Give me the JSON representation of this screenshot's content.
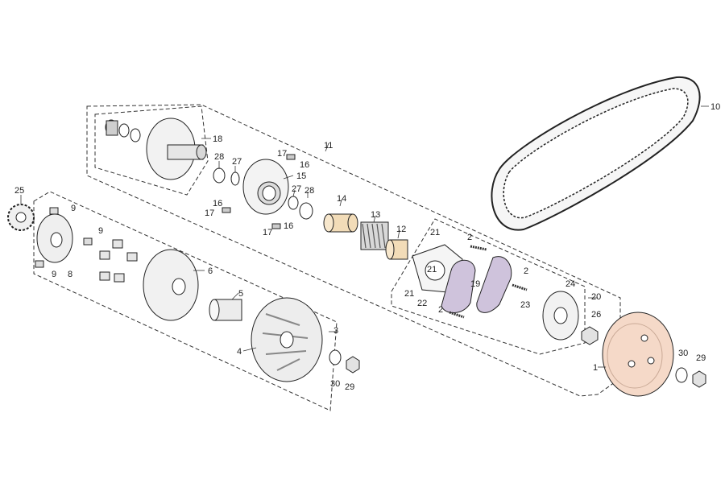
{
  "callouts": {
    "c1": "1",
    "c2a": "2",
    "c2b": "2",
    "c2c": "2",
    "c3": "3",
    "c4": "4",
    "c5": "5",
    "c6": "6",
    "c8": "8",
    "c9a": "9",
    "c9b": "9",
    "c9c": "9",
    "c10": "10",
    "c11": "11",
    "c12": "12",
    "c13": "13",
    "c14": "14",
    "c15": "15",
    "c16a": "16",
    "c16b": "16",
    "c16c": "16",
    "c17a": "17",
    "c17b": "17",
    "c17c": "17",
    "c18": "18",
    "c19": "19",
    "c20": "20",
    "c21a": "21",
    "c21b": "21",
    "c21c": "21",
    "c22": "22",
    "c23": "23",
    "c24": "24",
    "c25": "25",
    "c26": "26",
    "c27a": "27",
    "c27b": "27",
    "c28a": "28",
    "c28b": "28",
    "c29a": "29",
    "c29b": "29",
    "c30a": "30",
    "c30b": "30"
  },
  "colors": {
    "shoe": "#cfc3dc",
    "bell": "#f5d9c8",
    "bronze": "#f2dcb8",
    "metal": "#e4e4e4",
    "light": "#f4f4f4"
  }
}
